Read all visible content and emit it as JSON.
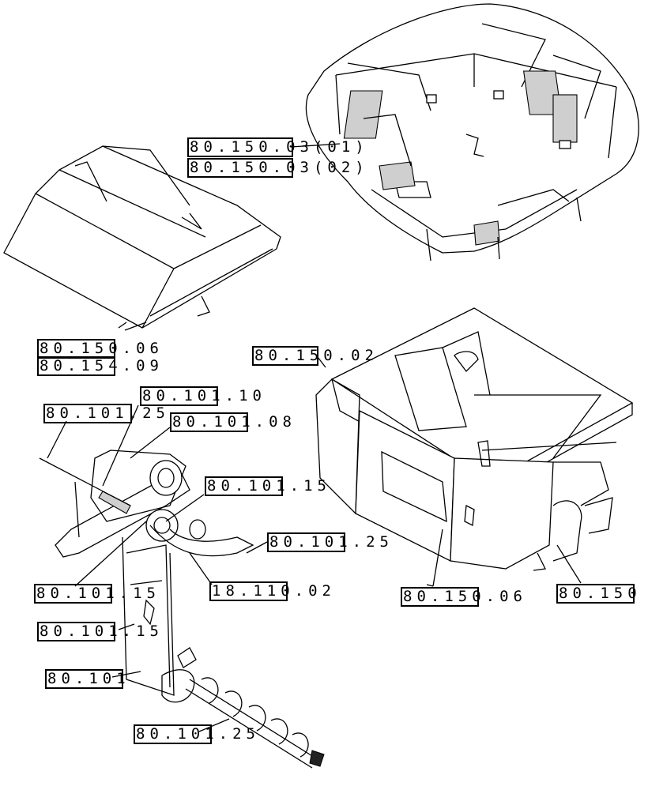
{
  "diagram": {
    "labels": [
      {
        "id": "hopper-frame-1",
        "text": "80.150.03(01)",
        "box_chars": 8
      },
      {
        "id": "hopper-frame-2",
        "text": "80.150.03(02)",
        "box_chars": 8
      },
      {
        "id": "tarp-1",
        "text": "80.150.06",
        "box_chars": 5
      },
      {
        "id": "tarp-2",
        "text": "80.154.09",
        "box_chars": 5
      },
      {
        "id": "hopper-body",
        "text": "80.150.02",
        "box_chars": 5
      },
      {
        "id": "auger-10",
        "text": "80.101.10",
        "box_chars": 5
      },
      {
        "id": "auger-25-top",
        "text": "80.101.25",
        "box_chars": 5
      },
      {
        "id": "auger-08",
        "text": "80.101.08",
        "box_chars": 5
      },
      {
        "id": "auger-15-top",
        "text": "80.101.15",
        "box_chars": 5
      },
      {
        "id": "auger-25-belt",
        "text": "80.101.25",
        "box_chars": 5
      },
      {
        "id": "auger-15-left",
        "text": "80.101.15",
        "box_chars": 5
      },
      {
        "id": "drive-belt",
        "text": "18.110.02",
        "box_chars": 5
      },
      {
        "id": "hopper-panel",
        "text": "80.150.06",
        "box_chars": 5
      },
      {
        "id": "hopper-right",
        "text": "80.150",
        "box_chars": 5
      },
      {
        "id": "auger-15-mid",
        "text": "80.101.15",
        "box_chars": 5
      },
      {
        "id": "auger-lower",
        "text": "80.101",
        "box_chars": 5
      },
      {
        "id": "auger-25-bottom",
        "text": "80.101.25",
        "box_chars": 5
      }
    ]
  }
}
